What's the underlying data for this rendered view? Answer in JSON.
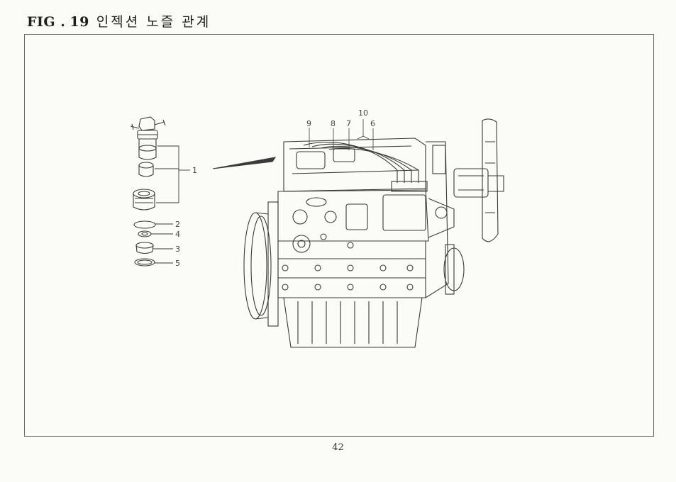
{
  "figure": {
    "prefix": "FIG .",
    "number": "19",
    "caption": "인젝션 노즐 관계"
  },
  "callouts": [
    "1",
    "2",
    "4",
    "3",
    "5",
    "9",
    "8",
    "7",
    "10",
    "6"
  ],
  "page_number": "42"
}
